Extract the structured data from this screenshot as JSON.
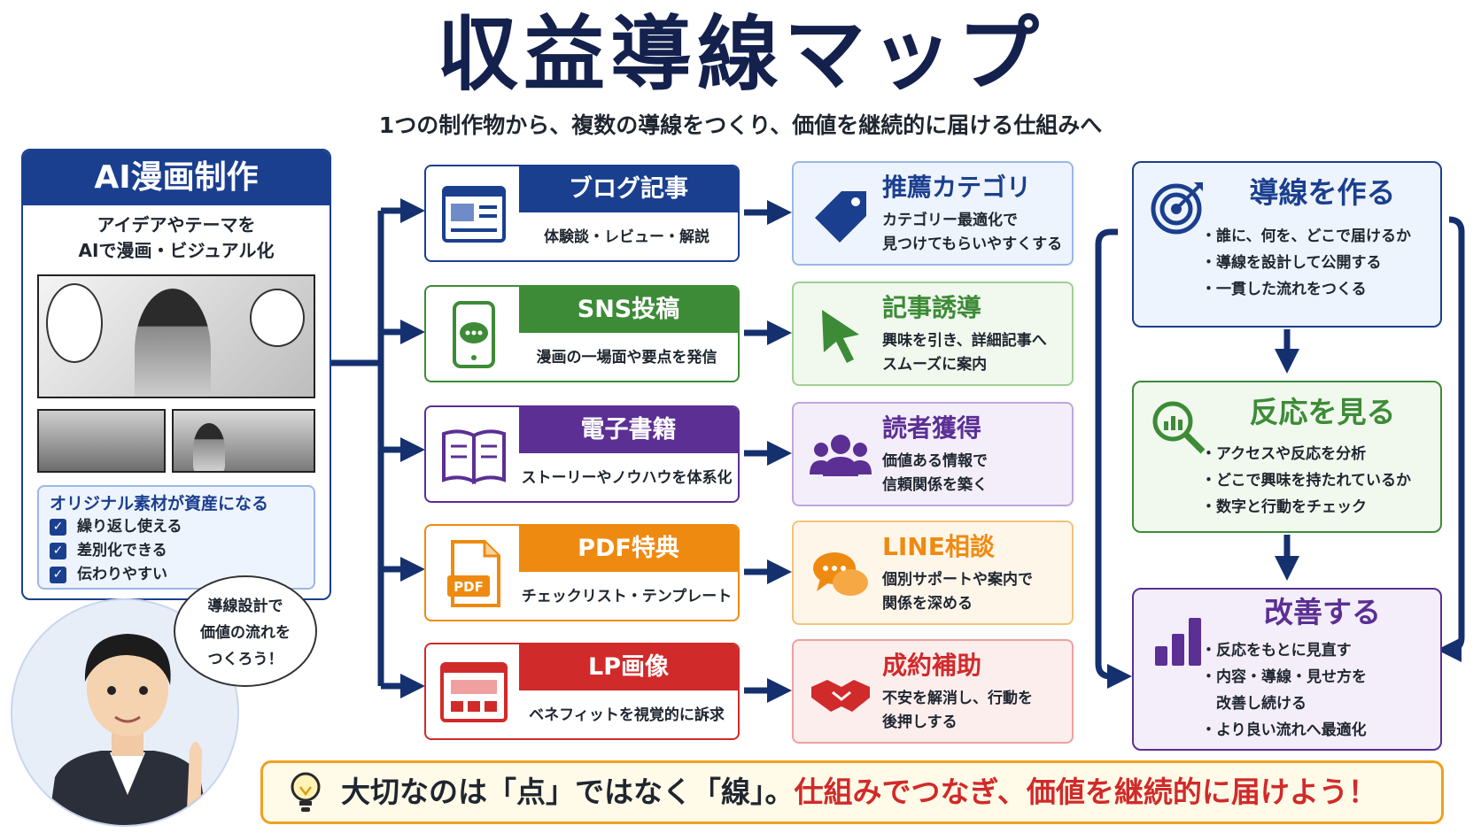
{
  "title": "収益導線マップ",
  "subtitle": "1つの制作物から、複数の導線をつくり、価値を継続的に届ける仕組みへ",
  "ai_panel": {
    "header": "AI漫画制作",
    "desc_line1": "アイデアやテーマを",
    "desc_line2": "AIで漫画・ビジュアル化",
    "assets_title": "オリジナル素材が資産になる",
    "checks": [
      "繰り返し使える",
      "差別化できる",
      "伝わりやすい"
    ]
  },
  "speech_bubble": {
    "line1": "導線設計で",
    "line2": "価値の流れを",
    "line3": "つくろう！"
  },
  "content_cards": [
    {
      "title": "ブログ記事",
      "desc": "体験談・レビュー・解説",
      "color": "#1b3f8f",
      "icon": "article-icon"
    },
    {
      "title": "SNS投稿",
      "desc": "漫画の一場面や要点を発信",
      "color": "#3d8b37",
      "icon": "phone-chat-icon"
    },
    {
      "title": "電子書籍",
      "desc": "ストーリーやノウハウを体系化",
      "color": "#5b2f93",
      "icon": "open-book-icon"
    },
    {
      "title": "PDF特典",
      "desc": "チェックリスト・テンプレート等",
      "color": "#ef8a10",
      "icon": "pdf-file-icon"
    },
    {
      "title": "LP画像",
      "desc": "ベネフィットを視覚的に訴求",
      "color": "#d12a2a",
      "icon": "landing-page-icon"
    }
  ],
  "result_cards": [
    {
      "title": "推薦カテゴリ",
      "line1": "カテゴリー最適化で",
      "line2": "見つけてもらいやすくする",
      "color": "#1b3f8f",
      "bg": "#eef4fd",
      "border": "#9bb7e6",
      "icon": "tag-icon"
    },
    {
      "title": "記事誘導",
      "line1": "興味を引き、詳細記事へ",
      "line2": "スムーズに案内",
      "color": "#3d8b37",
      "bg": "#f1f8ee",
      "border": "#9fcf94",
      "icon": "cursor-icon"
    },
    {
      "title": "読者獲得",
      "line1": "価値ある情報で",
      "line2": "信頼関係を築く",
      "color": "#5b2f93",
      "bg": "#f4eefb",
      "border": "#bfa6e0",
      "icon": "users-icon"
    },
    {
      "title": "LINE相談",
      "line1": "個別サポートや案内で",
      "line2": "関係を深める",
      "color": "#ef8a10",
      "bg": "#fff6ea",
      "border": "#f4c27a",
      "icon": "chat-bubbles-icon"
    },
    {
      "title": "成約補助",
      "line1": "不安を解消し、行動を",
      "line2": "後押しする",
      "color": "#d12a2a",
      "bg": "#fdeeee",
      "border": "#eda0a0",
      "icon": "handshake-icon"
    }
  ],
  "flow_cards": [
    {
      "title": "導線を作る",
      "items": [
        "・誰に、何を、どこで届けるか",
        "・導線を設計して公開する",
        "・一貫した流れをつくる"
      ],
      "color": "#1b3f8f",
      "bg": "#eef4fd",
      "icon": "target-icon"
    },
    {
      "title": "反応を見る",
      "items": [
        "・アクセスや反応を分析",
        "・どこで興味を持たれているか",
        "・数字と行動をチェック"
      ],
      "color": "#3d8b37",
      "bg": "#f1f8ee",
      "icon": "magnifier-chart-icon"
    },
    {
      "title": "改善する",
      "items": [
        "・反応をもとに見直す",
        "・内容・導線・見せ方を",
        "　改善し続ける",
        "・より良い流れへ最適化"
      ],
      "color": "#5b2f93",
      "bg": "#f4eefb",
      "icon": "bar-chart-icon"
    }
  ],
  "bottom": {
    "text": "大切なのは「点」ではなく「線」。",
    "highlight": "仕組みでつなぎ、価値を継続的に届けよう！",
    "icon": "lightbulb-icon"
  },
  "colors": {
    "navy": "#14214d",
    "arrow": "#15306e"
  }
}
